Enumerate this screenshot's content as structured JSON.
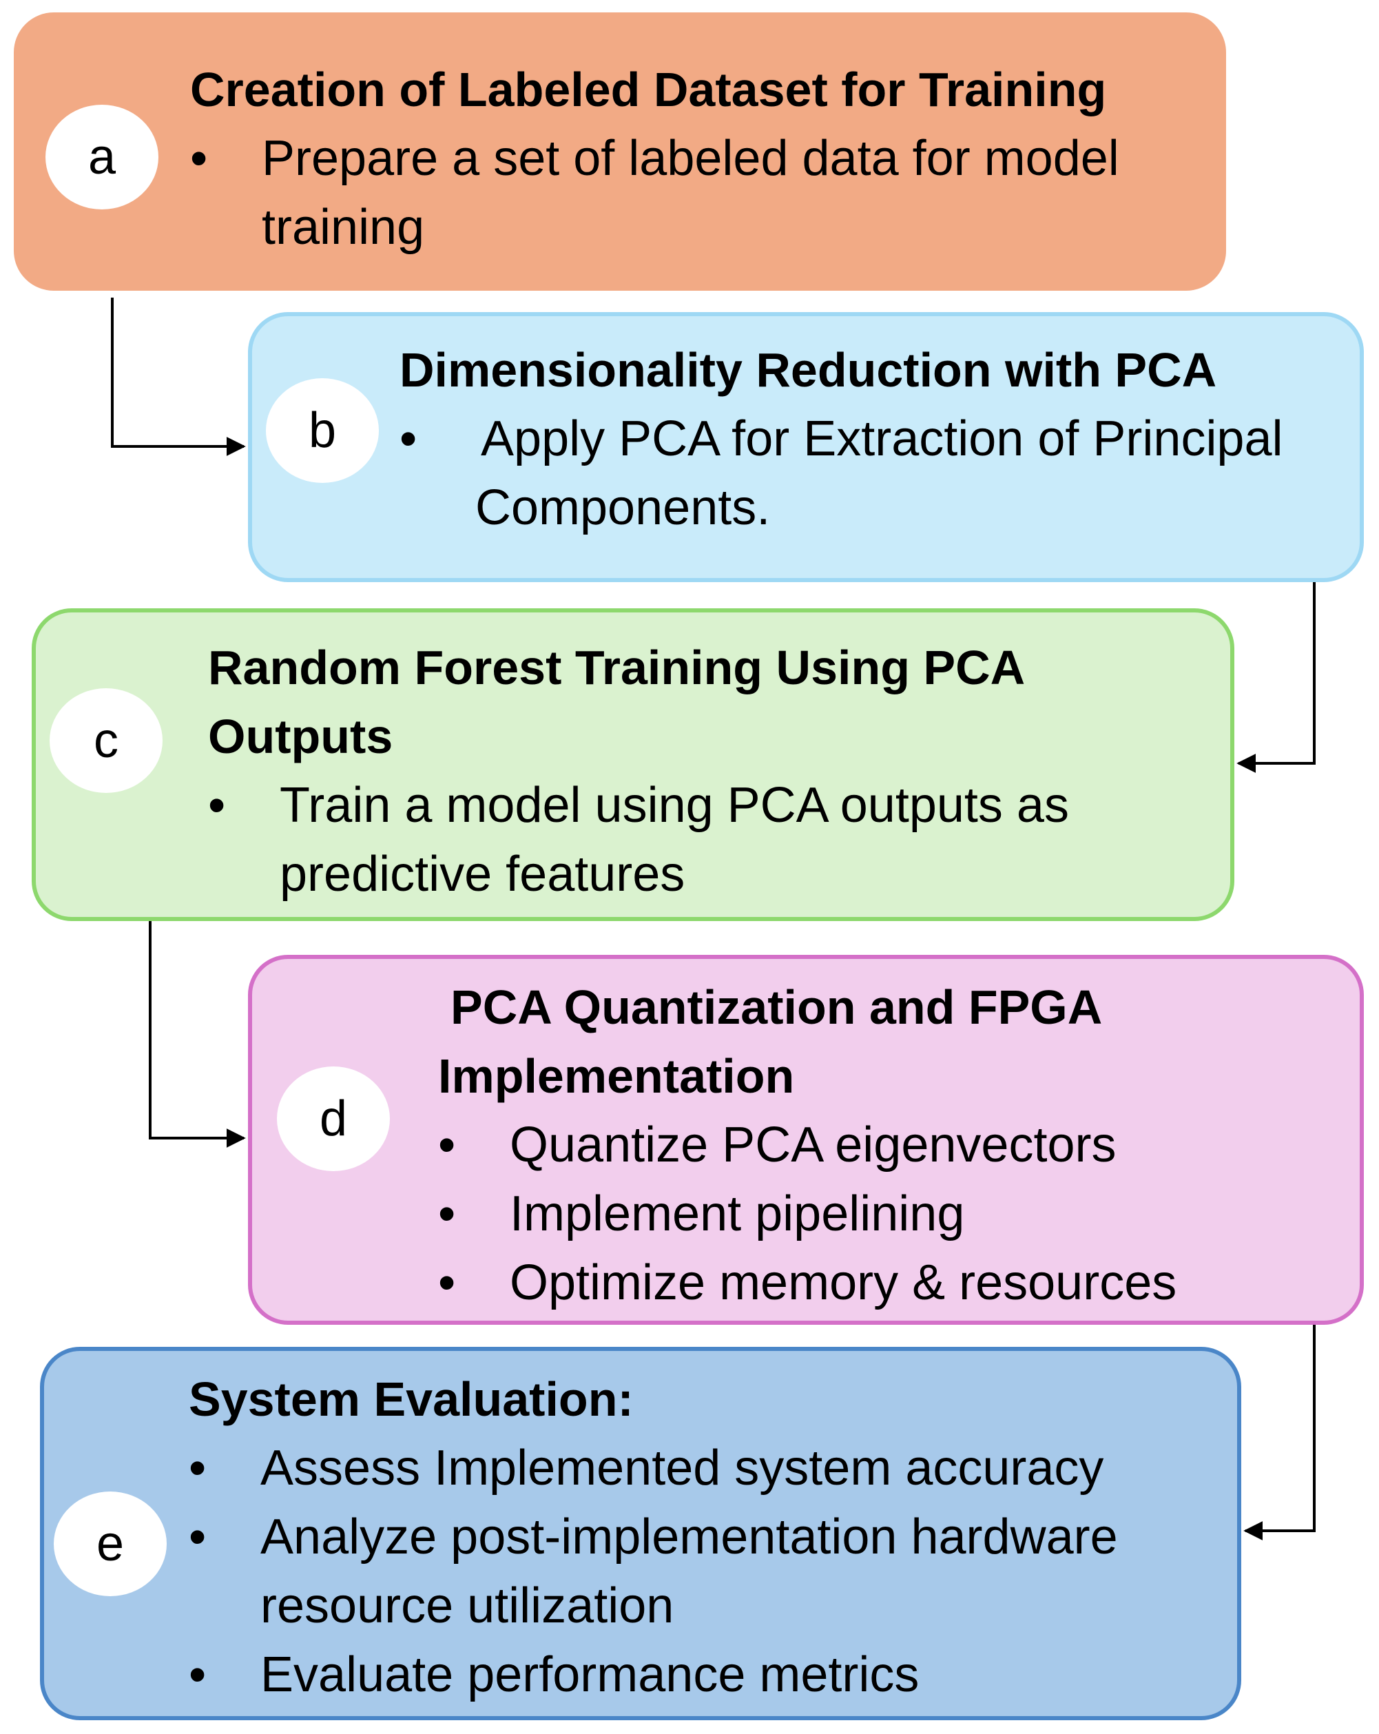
{
  "steps": [
    {
      "badge": "a",
      "title": "Creation of Labeled Dataset for Training",
      "bullets": [
        "Prepare a set of labeled data for model training"
      ],
      "fill": "#F2AA85",
      "border": "#F2AA85"
    },
    {
      "badge": "b",
      "title": "Dimensionality Reduction with PCA",
      "bullets": [
        "Apply PCA for Extraction of Principal Components."
      ],
      "fill": "#C9EBFA",
      "border": "#9ED8F4"
    },
    {
      "badge": "c",
      "title": "Random Forest Training Using PCA Outputs",
      "bullets": [
        "Train a model using PCA outputs as predictive features"
      ],
      "fill": "#DAF2CF",
      "border": "#8DD86D"
    },
    {
      "badge": "d",
      "title": "PCA Quantization and FPGA Implementation",
      "bullets": [
        "Quantize PCA eigenvectors",
        "Implement pipelining",
        "Optimize memory & resources"
      ],
      "fill": "#F2CEED",
      "border": "#D470C8"
    },
    {
      "badge": "e",
      "title": "System Evaluation:",
      "bullets": [
        "Assess Implemented system accuracy",
        "Analyze post-implementation hardware resource utilization",
        "Evaluate performance metrics"
      ],
      "fill": "#A7C9EA",
      "border": "#4A86C8"
    }
  ],
  "connector_color": "#000000"
}
